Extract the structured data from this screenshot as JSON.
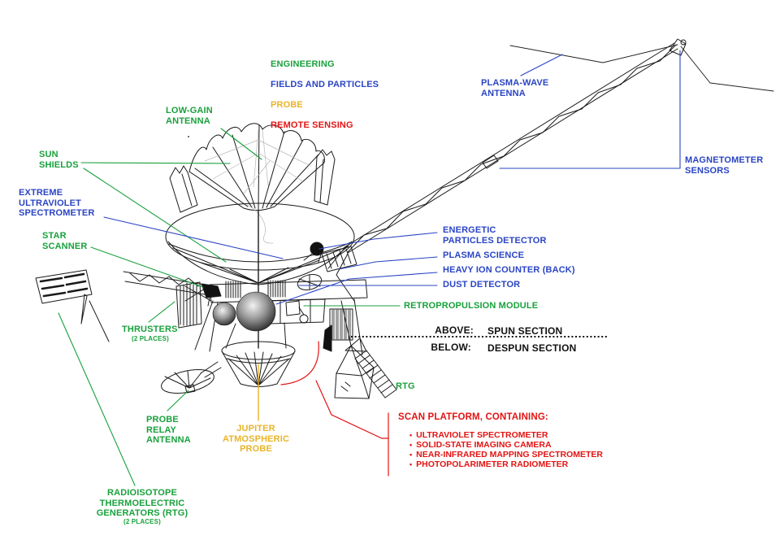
{
  "colors": {
    "engineering_green": "#18a13c",
    "fields_blue": "#2a44c4",
    "probe_yellow": "#e8b427",
    "remote_red": "#e31313",
    "line_black": "#1a1a1a"
  },
  "legend": {
    "engineering": "ENGINEERING",
    "fields_and_particles": "FIELDS AND PARTICLES",
    "probe": "PROBE",
    "remote_sensing": "REMOTE SENSING"
  },
  "labels": {
    "plasma_wave_antenna": "PLASMA-WAVE\nANTENNA",
    "magnetometer_sensors": "MAGNETOMETER\nSENSORS",
    "low_gain_antenna": "LOW-GAIN\nANTENNA",
    "sun_shields": "SUN\nSHIELDS",
    "extreme_ultraviolet_spectrometer": "EXTREME\nULTRAVIOLET\nSPECTROMETER",
    "star_scanner": "STAR\nSCANNER",
    "thrusters": "THRUSTERS",
    "thrusters_sub": "(2 PLACES)",
    "energetic_particles_detector": "ENERGETIC\nPARTICLES DETECTOR",
    "plasma_science": "PLASMA SCIENCE",
    "heavy_ion_counter": "HEAVY ION COUNTER (BACK)",
    "dust_detector": "DUST DETECTOR",
    "retropropulsion_module": "RETROPROPULSION MODULE",
    "rtg_short": "RTG",
    "probe_relay_antenna": "PROBE\nRELAY\nANTENNA",
    "jupiter_atmospheric_probe": "JUPITER\nATMOSPHERIC\nPROBE",
    "rtg_generators": "RADIOISOTOPE\nTHERMOELECTRIC\nGENERATORS (RTG)",
    "rtg_generators_sub": "(2 PLACES)"
  },
  "section_divider": {
    "above_key": "ABOVE:",
    "above_value": "SPUN SECTION",
    "below_key": "BELOW:",
    "below_value": "DESPUN SECTION"
  },
  "scan_platform": {
    "heading": "SCAN PLATFORM, CONTAINING:",
    "bullet": "•",
    "items": [
      "ULTRAVIOLET SPECTROMETER",
      "SOLID-STATE IMAGING CAMERA",
      "NEAR-INFRARED MAPPING SPECTROMETER",
      "PHOTOPOLARIMETER RADIOMETER"
    ]
  }
}
